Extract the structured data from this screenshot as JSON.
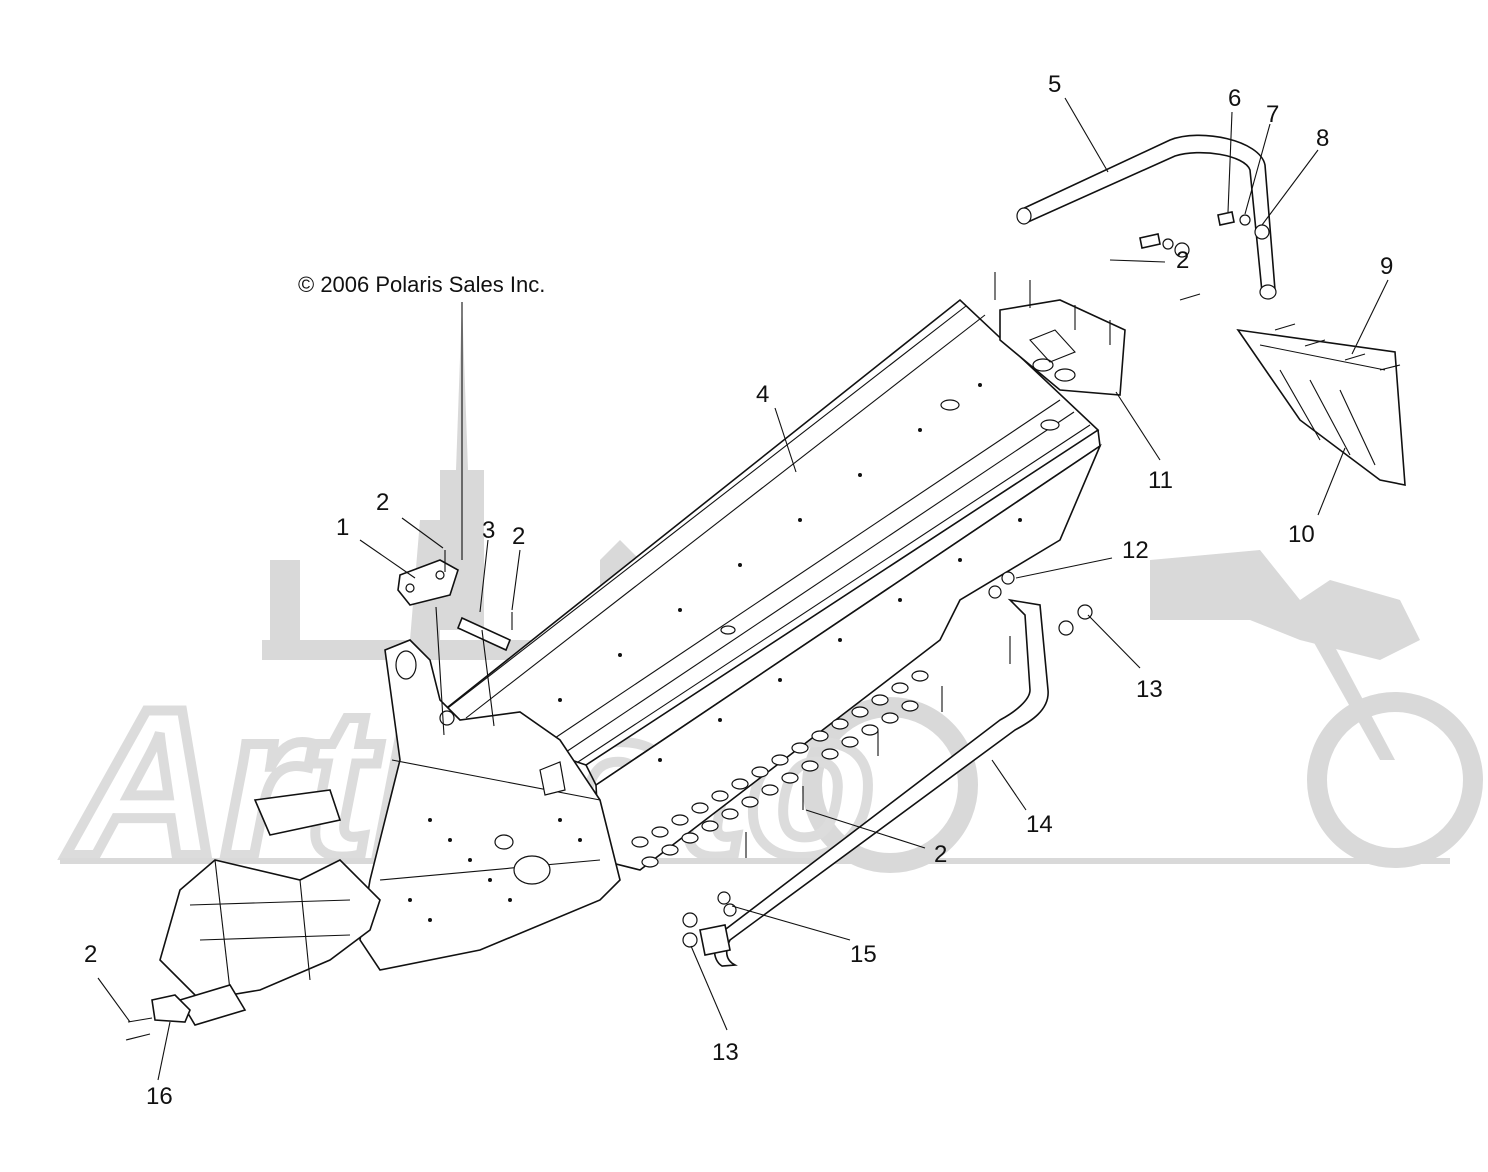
{
  "diagram": {
    "copyright": "© 2006 Polaris Sales Inc.",
    "watermark_text": "ArtMoto",
    "callouts": [
      {
        "id": "c1",
        "label": "1"
      },
      {
        "id": "c2a",
        "label": "2"
      },
      {
        "id": "c3",
        "label": "3"
      },
      {
        "id": "c2b",
        "label": "2"
      },
      {
        "id": "c4",
        "label": "4"
      },
      {
        "id": "c5",
        "label": "5"
      },
      {
        "id": "c6",
        "label": "6"
      },
      {
        "id": "c7",
        "label": "7"
      },
      {
        "id": "c8",
        "label": "8"
      },
      {
        "id": "c9",
        "label": "9"
      },
      {
        "id": "c2c",
        "label": "2"
      },
      {
        "id": "c10",
        "label": "10"
      },
      {
        "id": "c11",
        "label": "11"
      },
      {
        "id": "c12",
        "label": "12"
      },
      {
        "id": "c13a",
        "label": "13"
      },
      {
        "id": "c14",
        "label": "14"
      },
      {
        "id": "c2d",
        "label": "2"
      },
      {
        "id": "c15",
        "label": "15"
      },
      {
        "id": "c13b",
        "label": "13"
      },
      {
        "id": "c2e",
        "label": "2"
      },
      {
        "id": "c16",
        "label": "16"
      }
    ]
  },
  "colors": {
    "line": "#111111",
    "watermark": "#d9d9d9",
    "background": "#ffffff"
  }
}
